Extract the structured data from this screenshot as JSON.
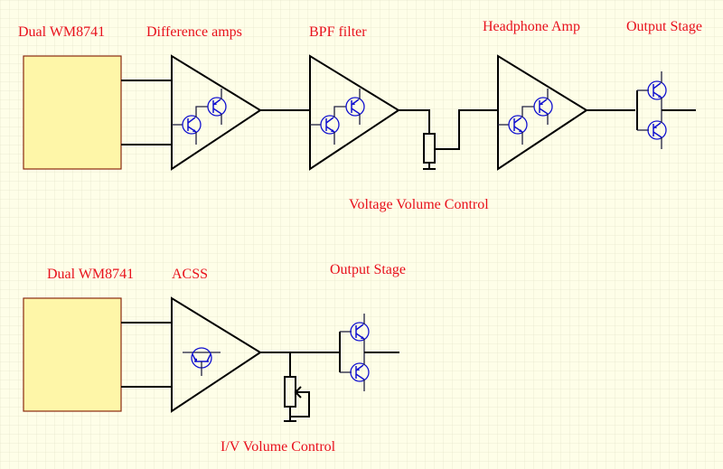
{
  "diagram": {
    "top_chain": {
      "dac_label": "Dual WM8741",
      "diff_amp_label": "Difference amps",
      "bpf_label": "BPF filter",
      "headphone_amp_label": "Headphone Amp",
      "output_stage_label": "Output Stage",
      "volume_label": "Voltage Volume Control"
    },
    "bottom_chain": {
      "dac_label": "Dual WM8741",
      "acss_label": "ACSS",
      "output_stage_label": "Output Stage",
      "volume_label": "I/V Volume Control"
    },
    "colors": {
      "label": "#e8101c",
      "dac_fill": "#fef6a8",
      "dac_border": "#8b2a10",
      "transistor": "#1010d0",
      "background": "#fefee8"
    }
  }
}
